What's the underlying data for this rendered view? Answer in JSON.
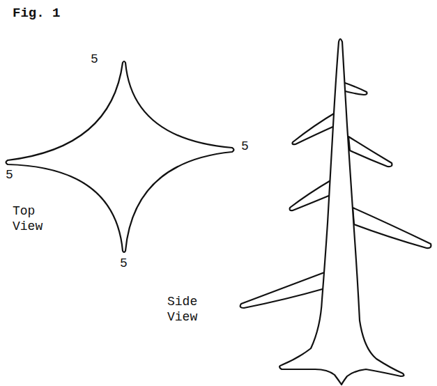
{
  "diagram": {
    "title": "Fig. 1",
    "labels": [
      "5",
      "5",
      "5",
      "5",
      "Top View",
      "Side View"
    ]
  }
}
